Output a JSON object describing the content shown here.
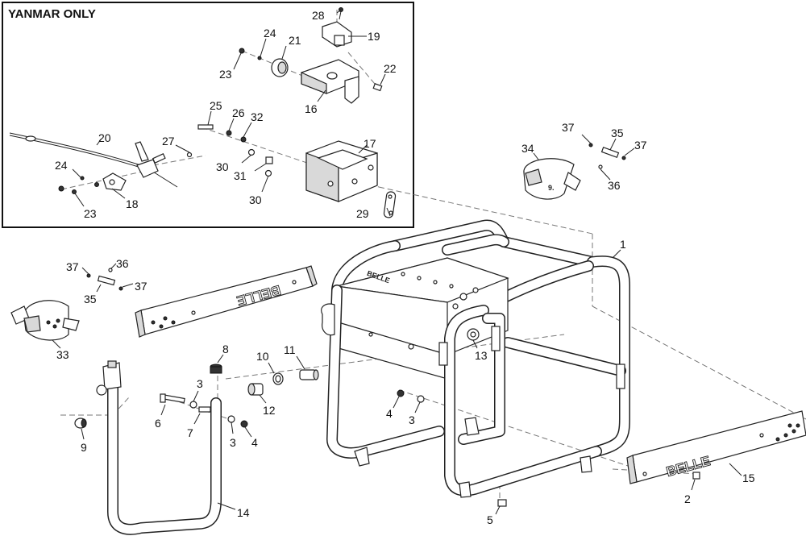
{
  "inset": {
    "title": "YANMAR ONLY"
  },
  "brand": {
    "left_rail": "BELLE",
    "right_rail": "BELLE",
    "frame_plate": "BELLE"
  },
  "callouts": {
    "p1": "1",
    "p2": "2",
    "p3a": "3",
    "p3b": "3",
    "p3c": "3",
    "p4a": "4",
    "p4b": "4",
    "p5": "5",
    "p6": "6",
    "p7": "7",
    "p8": "8",
    "p9": "9",
    "p10": "10",
    "p11": "11",
    "p12": "12",
    "p13": "13",
    "p14": "14",
    "p15": "15",
    "p16": "16",
    "p17": "17",
    "p18": "18",
    "p19": "19",
    "p20": "20",
    "p21": "21",
    "p22": "22",
    "p23a": "23",
    "p23b": "23",
    "p24a": "24",
    "p24b": "24",
    "p25": "25",
    "p26": "26",
    "p27": "27",
    "p28": "28",
    "p29": "29",
    "p30a": "30",
    "p30b": "30",
    "p31": "31",
    "p32": "32",
    "p33": "33",
    "p34": "34",
    "p35a": "35",
    "p35b": "35",
    "p36a": "36",
    "p36b": "36",
    "p37a": "37",
    "p37b": "37",
    "p37c": "37",
    "p37d": "37"
  }
}
